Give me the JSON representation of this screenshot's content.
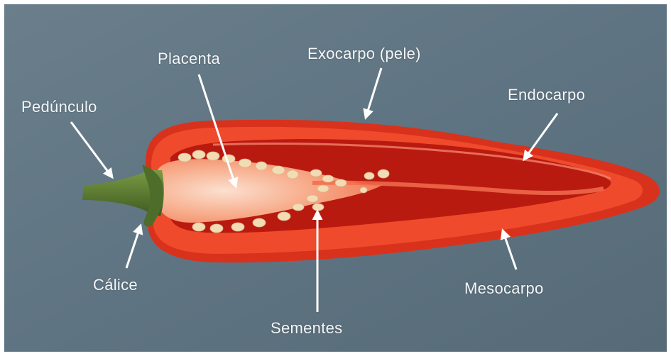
{
  "labels": {
    "placenta": "Placenta",
    "exocarpo": "Exocarpo (pele)",
    "pedunculo": "Pedúnculo",
    "endocarpo": "Endocarpo",
    "calice": "Cálice",
    "sementes": "Sementes",
    "mesocarpo": "Mesocarpo"
  },
  "colors": {
    "background": "#5f7482",
    "pepper_skin": "#d8321d",
    "pepper_flesh": "#ef4a2c",
    "cavity": "#b91a10",
    "placenta": "#f6b39a",
    "seeds": "#f2dcb4",
    "stem": "#5a7a30",
    "label_text": "#f4f6f8",
    "arrow": "#ffffff"
  }
}
